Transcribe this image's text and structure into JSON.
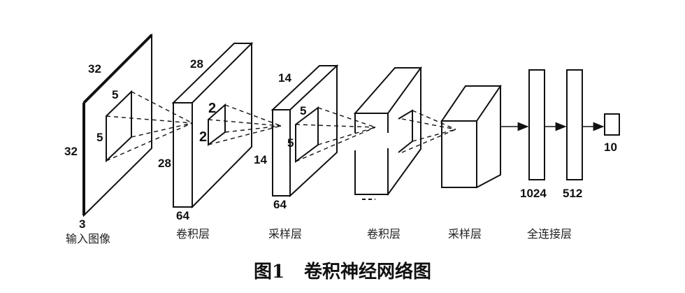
{
  "diagram": {
    "input": {
      "width": "32",
      "height": "32",
      "depth": "3",
      "kernel_w": "5",
      "kernel_h": "5",
      "caption": "输入图像"
    },
    "conv1": {
      "size_top": "28",
      "size_side": "28",
      "depth": "64",
      "kernel_w": "2",
      "kernel_h": "2",
      "caption": "卷积层"
    },
    "pool1": {
      "size_top": "14",
      "size_side": "14",
      "depth": "64",
      "kernel_w": "5",
      "kernel_h": "5",
      "caption": "采样层"
    },
    "conv2": {
      "caption": "卷积层"
    },
    "pool2": {
      "caption": "采样层"
    },
    "fc": {
      "fc1": "1024",
      "fc2": "512",
      "output": "10",
      "caption": "全连接层"
    }
  },
  "figure_caption": {
    "number": "图1",
    "title": "卷积神经网络图"
  }
}
